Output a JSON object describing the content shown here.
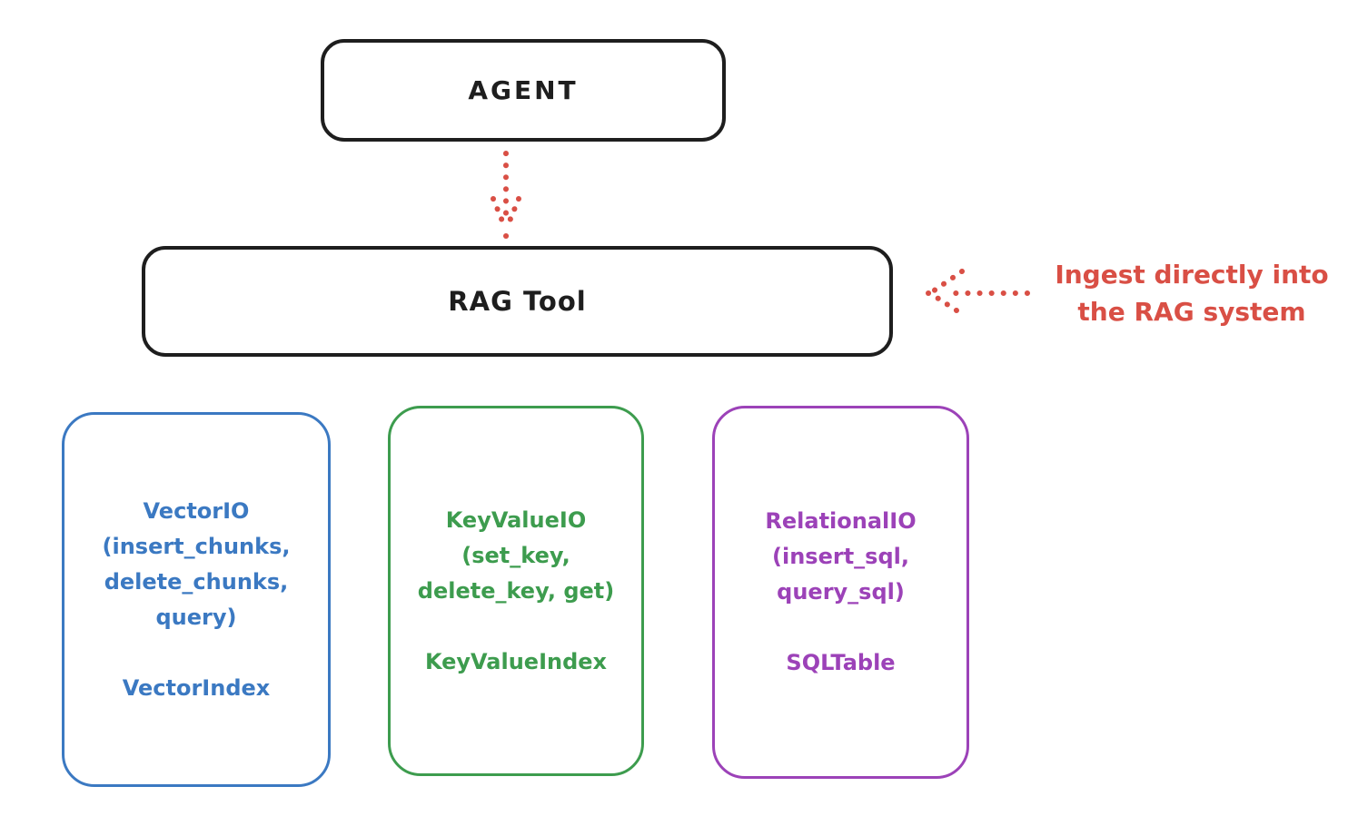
{
  "colors": {
    "ink": "#1e1e1e",
    "red": "#d94f45",
    "blue": "#3b79c2",
    "green": "#3d9c4e",
    "purple": "#9c42b8"
  },
  "nodes": {
    "agent": {
      "label": "AGENT"
    },
    "rag_tool": {
      "label": "RAG Tool"
    },
    "vector": {
      "lines": [
        "VectorIO",
        "(insert_chunks,",
        "delete_chunks,",
        "query)"
      ],
      "index": "VectorIndex",
      "color": "#3b79c2"
    },
    "keyvalue": {
      "lines": [
        "KeyValueIO",
        "(set_key,",
        "delete_key, get)"
      ],
      "index": "KeyValueIndex",
      "color": "#3d9c4e"
    },
    "relational": {
      "lines": [
        "RelationalIO",
        "(insert_sql,",
        "query_sql)"
      ],
      "index": "SQLTable",
      "color": "#9c42b8"
    }
  },
  "annotation": {
    "line1": "Ingest directly into",
    "line2": "the RAG system",
    "color": "#d94f45"
  },
  "arrows": [
    {
      "name": "agent-to-rag-tool",
      "style": "dotted",
      "direction": "down",
      "color": "#d94f45"
    },
    {
      "name": "annotation-to-rag-tool",
      "style": "dotted",
      "direction": "left",
      "color": "#d94f45"
    }
  ]
}
